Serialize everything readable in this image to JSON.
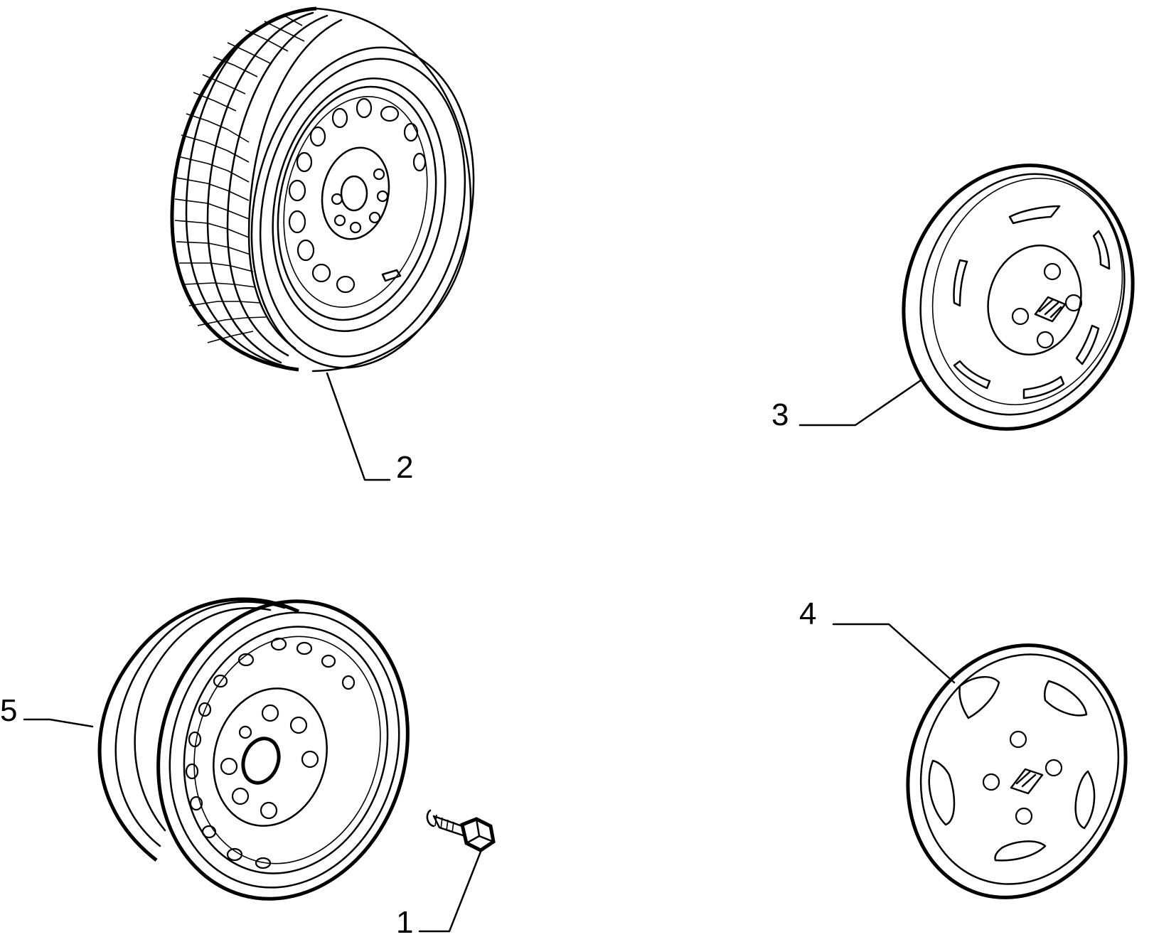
{
  "callouts": {
    "bolt": "1",
    "wheel_with_tyre": "2",
    "hubcap_a": "3",
    "hubcap_b": "4",
    "rim": "5"
  },
  "colors": {
    "background": "#ffffff",
    "line": "#000000"
  }
}
